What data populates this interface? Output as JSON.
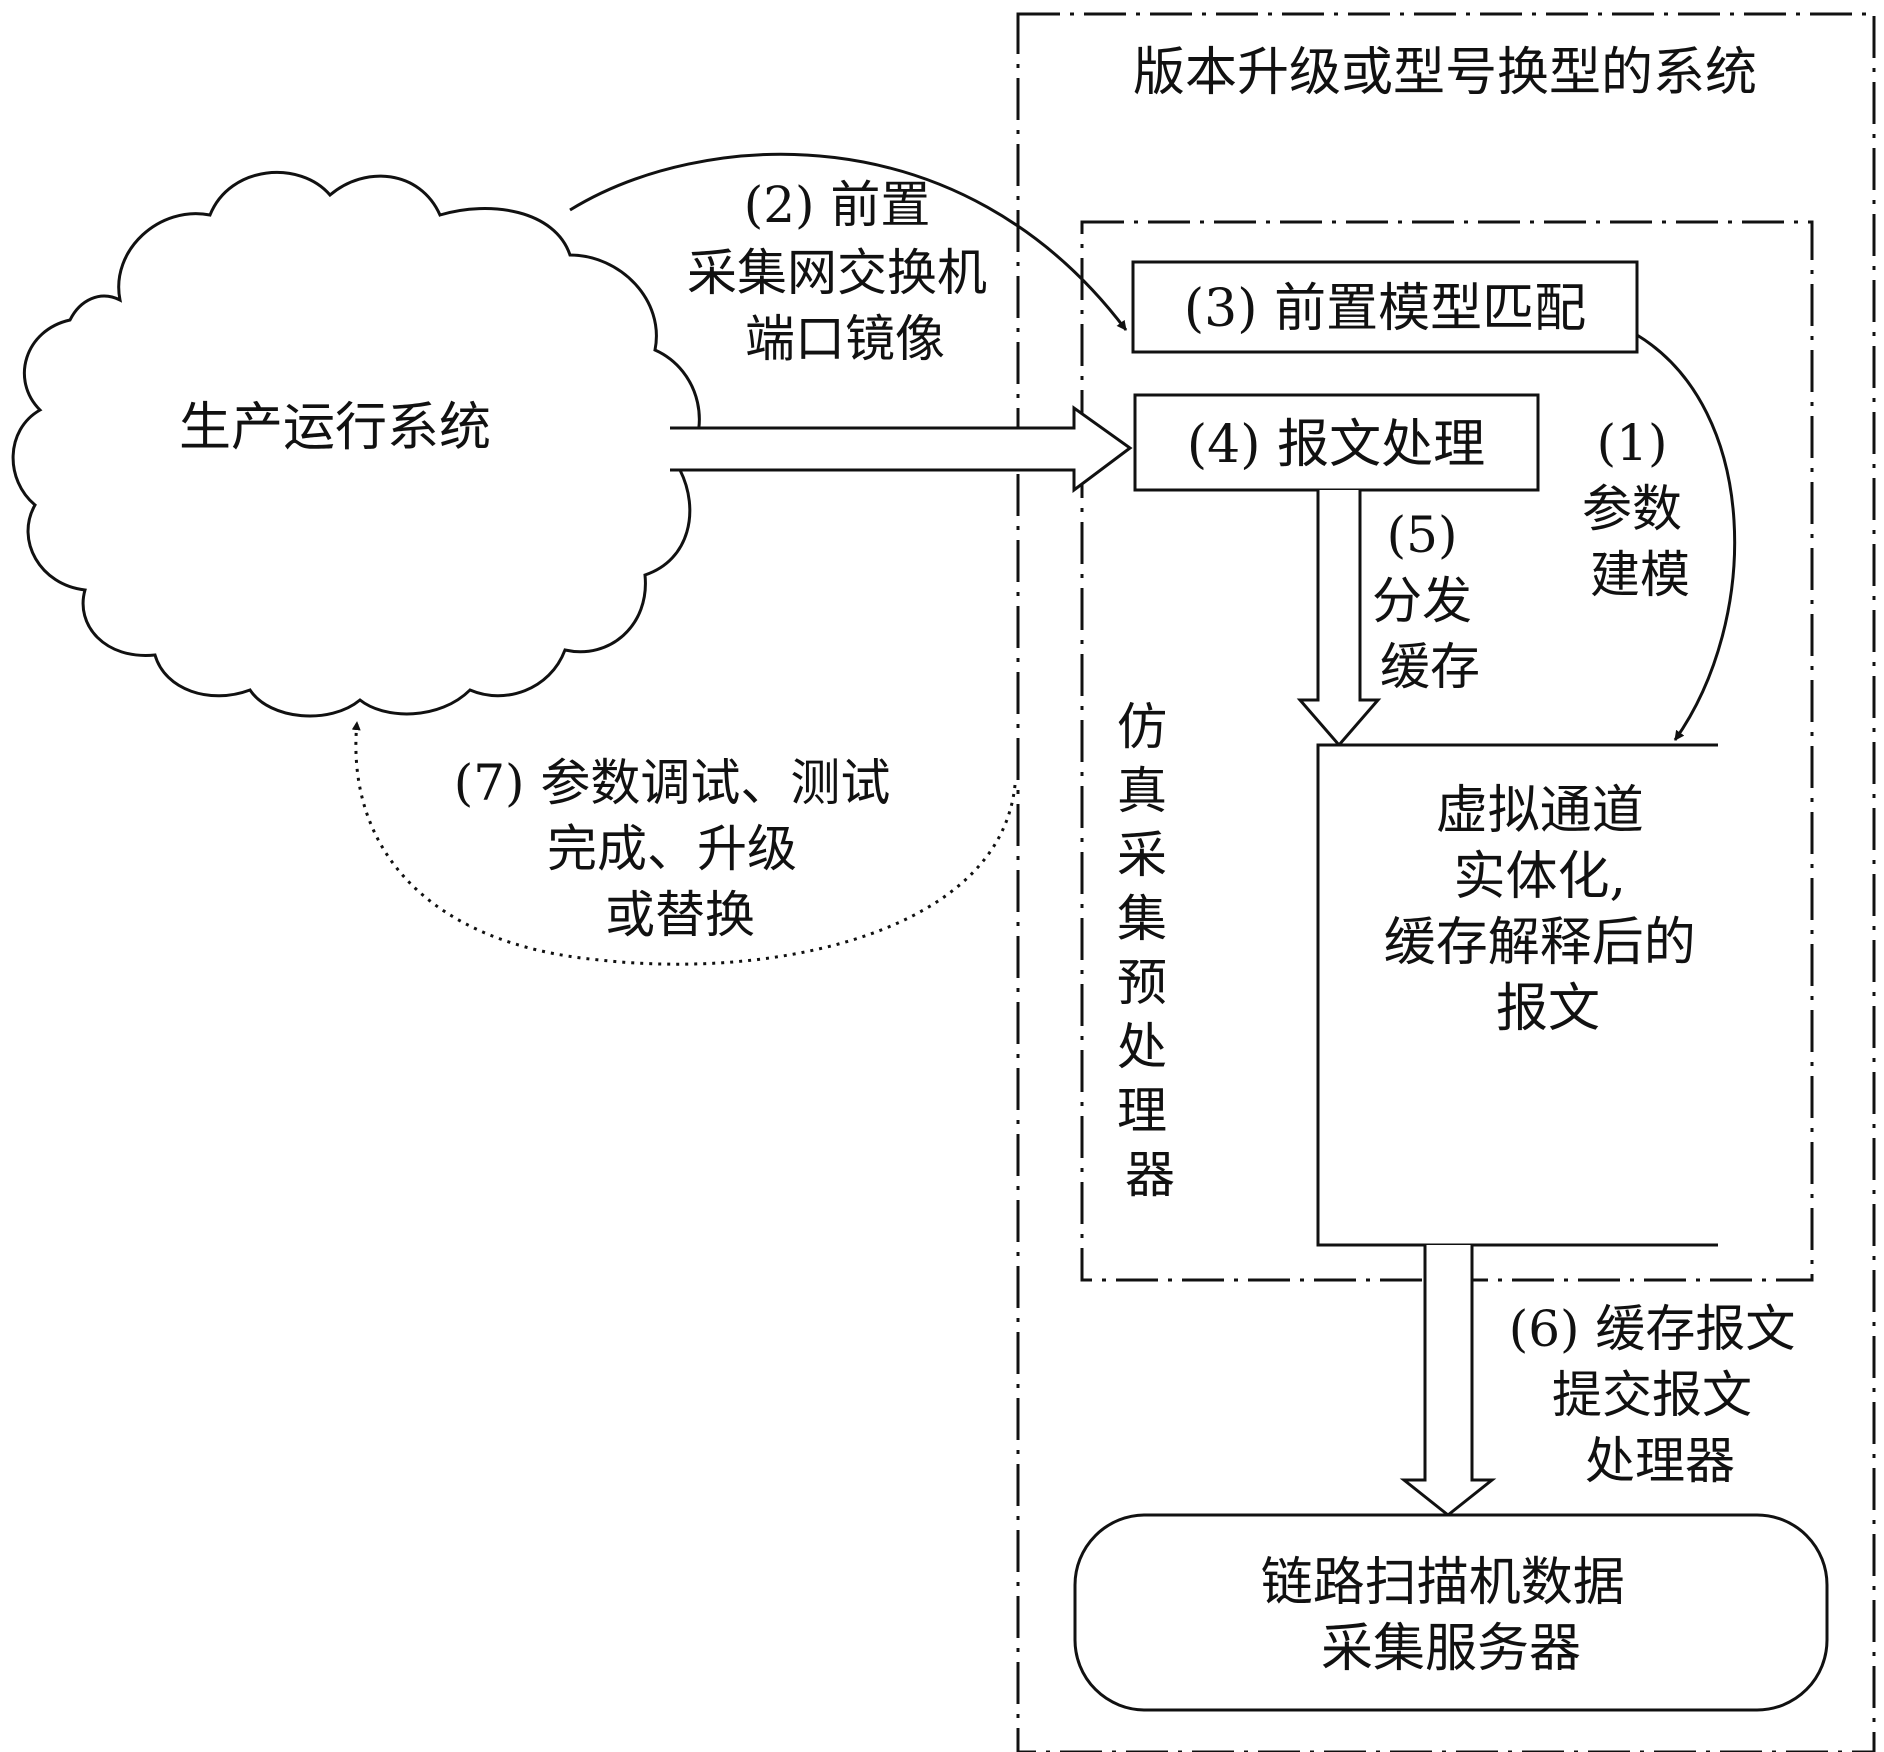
{
  "outer_system": {
    "title": "版本升级或型号换型的系统"
  },
  "cloud": {
    "label": "生产运行系统"
  },
  "step2": {
    "lines": [
      "(2) 前置",
      "采集网交换机",
      "端口镜像"
    ]
  },
  "step3": {
    "label": "(3) 前置模型匹配"
  },
  "step4": {
    "label": "(4) 报文处理"
  },
  "step1": {
    "lines": [
      "(1)",
      "参数",
      "建模"
    ]
  },
  "step5": {
    "lines": [
      "(5)",
      "分发",
      "缓存"
    ]
  },
  "simulator": {
    "chars": [
      "仿",
      "真",
      "采",
      "集",
      "预",
      "处",
      "理",
      "器"
    ]
  },
  "virtual_channel": {
    "lines": [
      "虚拟通道",
      "实体化,",
      "缓存解释后的",
      "报文"
    ]
  },
  "step6": {
    "lines": [
      "(6) 缓存报文",
      "提交报文",
      "处理器"
    ]
  },
  "scanner_server": {
    "lines": [
      "链路扫描机数据",
      "采集服务器"
    ]
  },
  "step7": {
    "lines": [
      "(7) 参数调试、测试",
      "完成、升级",
      "或替换"
    ]
  },
  "colors": {
    "stroke": "#111111",
    "background": "#ffffff"
  }
}
